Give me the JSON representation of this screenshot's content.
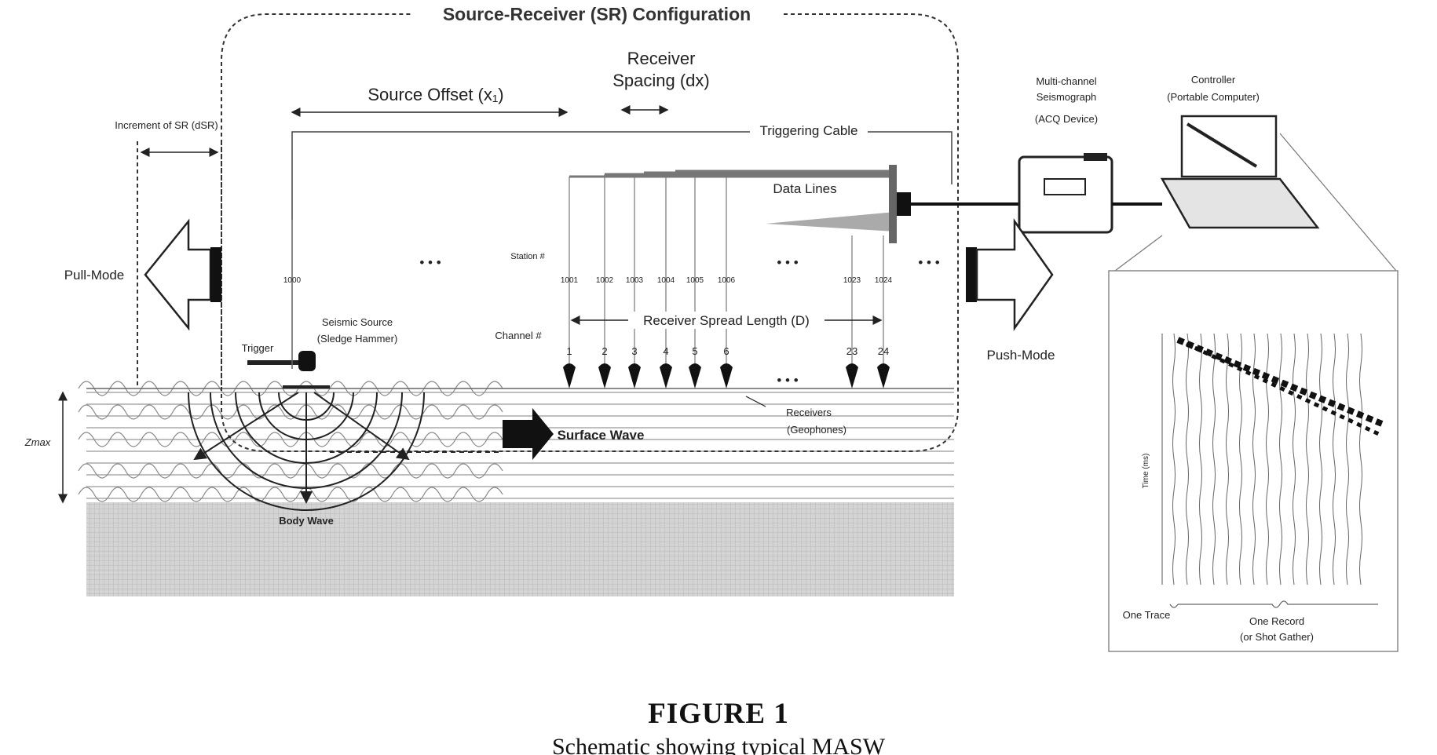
{
  "figure": {
    "sr_configuration": "Source-Receiver (SR) Configuration",
    "source_offset": "Source Offset (x₁)",
    "receiver_spacing_line1": "Receiver",
    "receiver_spacing_line2": "Spacing (dx)",
    "increment_sr": "Increment of SR (dSR)",
    "triggering_cable": "Triggering Cable",
    "data_lines": "Data Lines",
    "seismograph_line1": "Multi-channel",
    "seismograph_line2": "Seismograph",
    "seismograph_line3": "(ACQ Device)",
    "controller_line1": "Controller",
    "controller_line2": "(Portable Computer)",
    "pull_mode": "Pull-Mode",
    "push_mode": "Push-Mode",
    "seismic_source_line1": "Seismic Source",
    "seismic_source_line2": "(Sledge Hammer)",
    "trigger": "Trigger",
    "station_label": "Station #",
    "channel_label": "Channel #",
    "receiver_spread": "Receiver Spread Length (D)",
    "receivers_line1": "Receivers",
    "receivers_line2": "(Geophones)",
    "surface_wave": "Surface Wave",
    "body_wave": "Body Wave",
    "zmax": "Zmax",
    "ellipsis": "• • •",
    "one_trace": "One Trace",
    "one_record_line1": "One Record",
    "one_record_line2": "(or Shot Gather)",
    "time_axis": "Time (ms)",
    "channels": [
      "1",
      "2",
      "3",
      "4",
      "5",
      "6",
      "23",
      "24"
    ],
    "stations": [
      "1000",
      "1001",
      "1002",
      "1003",
      "1004",
      "1005",
      "1006",
      "1023",
      "1024"
    ]
  },
  "caption": {
    "title": "FIGURE 1",
    "text": "Schematic showing typical MASW"
  },
  "colors": {
    "ink": "#222222",
    "ground": "#cfcfcf",
    "dashed": "#333333"
  }
}
